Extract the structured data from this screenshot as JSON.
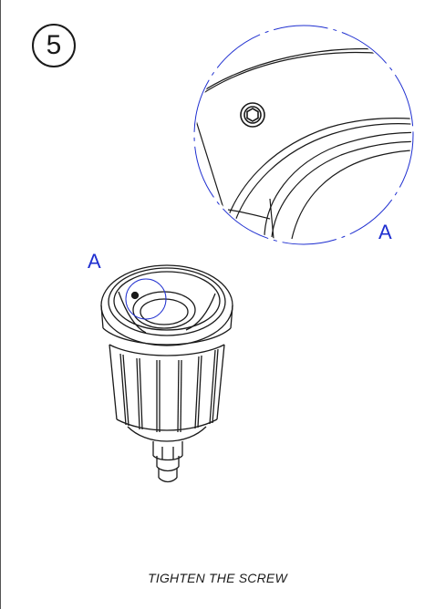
{
  "step": {
    "number": "5"
  },
  "caption": "TIGHTEN THE SCREW",
  "labels": {
    "detail_callout": "A",
    "main_callout": "A"
  },
  "colors": {
    "line": "#1a1a1a",
    "callout": "#1f2fd0",
    "frame": "#555555"
  },
  "icons": {
    "screw": "hex-socket-screw-icon"
  }
}
